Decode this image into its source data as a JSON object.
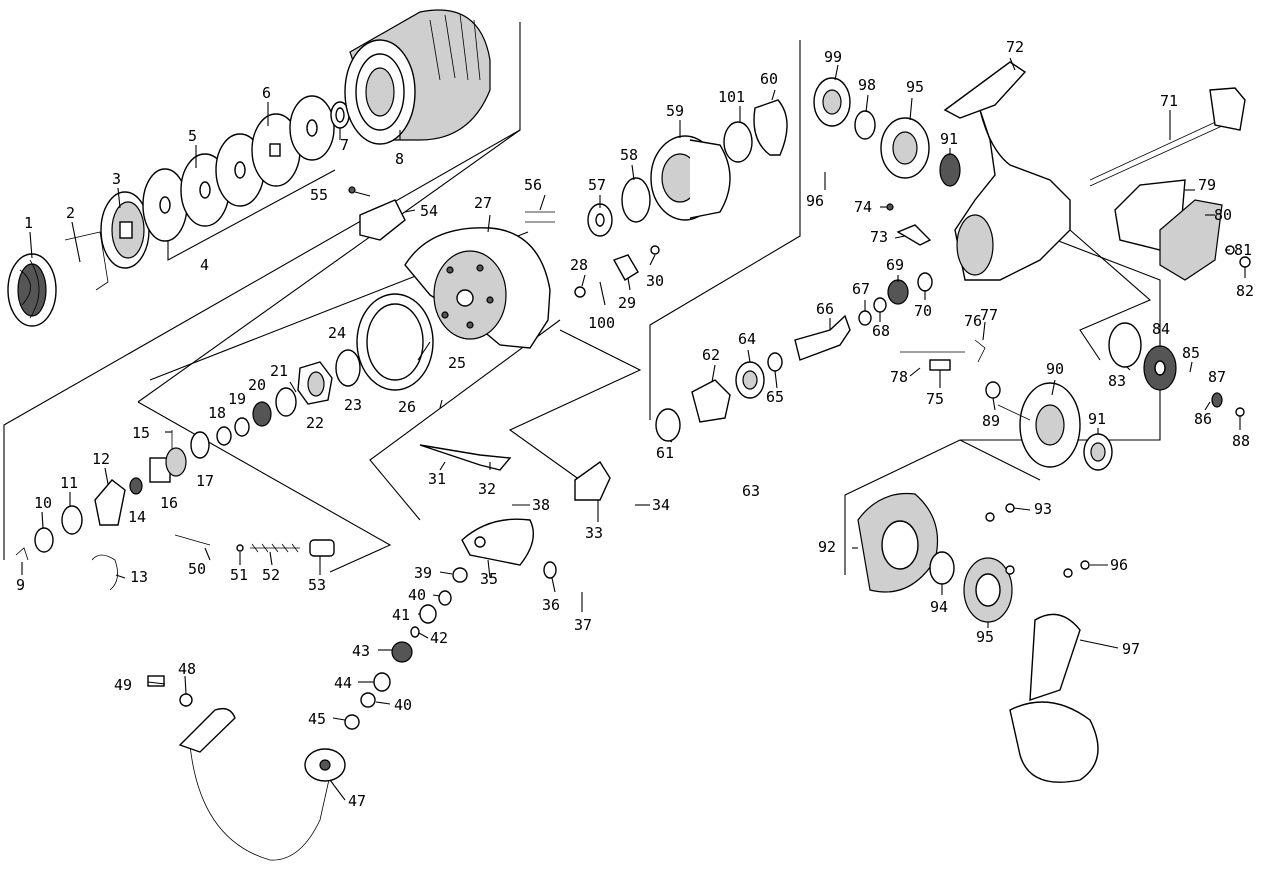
{
  "diagram": {
    "labels": [
      "1",
      "2",
      "3",
      "4",
      "5",
      "6",
      "7",
      "8",
      "9",
      "10",
      "11",
      "12",
      "13",
      "14",
      "15",
      "16",
      "17",
      "18",
      "19",
      "20",
      "21",
      "22",
      "23",
      "24",
      "25",
      "26",
      "27",
      "28",
      "29",
      "30",
      "31",
      "32",
      "33",
      "34",
      "35",
      "36",
      "37",
      "38",
      "39",
      "40",
      "40",
      "41",
      "42",
      "43",
      "44",
      "45",
      "47",
      "48",
      "49",
      "50",
      "51",
      "52",
      "53",
      "54",
      "55",
      "56",
      "57",
      "58",
      "59",
      "60",
      "61",
      "62",
      "63",
      "64",
      "65",
      "66",
      "67",
      "68",
      "69",
      "70",
      "71",
      "72",
      "73",
      "74",
      "75",
      "76",
      "77",
      "78",
      "79",
      "80",
      "81",
      "82",
      "83",
      "84",
      "85",
      "86",
      "87",
      "88",
      "89",
      "90",
      "91",
      "91",
      "92",
      "93",
      "94",
      "95",
      "95",
      "96",
      "96",
      "97",
      "98",
      "99",
      "100",
      "101"
    ]
  }
}
